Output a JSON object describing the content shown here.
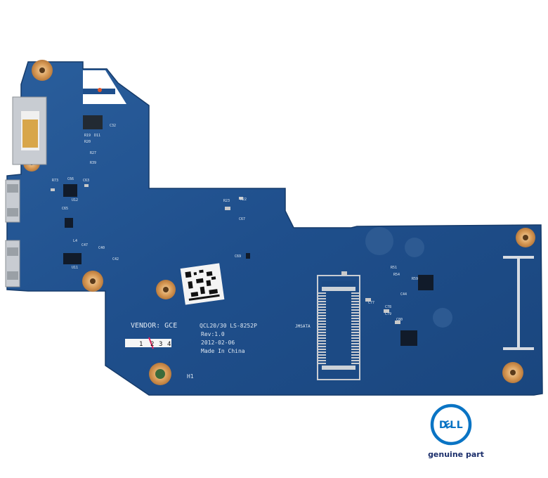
{
  "image": {
    "subject": "laptop USB/IO daughter board",
    "brand": "DELL",
    "caption": "genuine part"
  },
  "board_markings": {
    "vendor": "VENDOR: GCE",
    "model": "QCL20/30 LS-8252P",
    "revision": "Rev:1.0",
    "date": "2012-02-06",
    "origin": "Made In China",
    "hole_label": "H1",
    "connector_label": "JMSATA",
    "checkboxes": [
      "1",
      "2",
      "3",
      "4"
    ],
    "component_labels": [
      "C32",
      "R19",
      "D11",
      "R20",
      "R27",
      "R39",
      "R73",
      "C66",
      "C63",
      "U12",
      "C65",
      "L4",
      "C47",
      "C40",
      "C42",
      "U11",
      "R23",
      "R22",
      "C67",
      "C69",
      "R51",
      "R54",
      "C44",
      "C77",
      "C78",
      "C79",
      "C80",
      "R59"
    ]
  },
  "colors": {
    "pcb": "#1f4f8c",
    "pcb_dark": "#173f73",
    "gold": "#d59a52",
    "silkscreen": "#dfe8f2",
    "brand_blue": "#0a74c4"
  }
}
